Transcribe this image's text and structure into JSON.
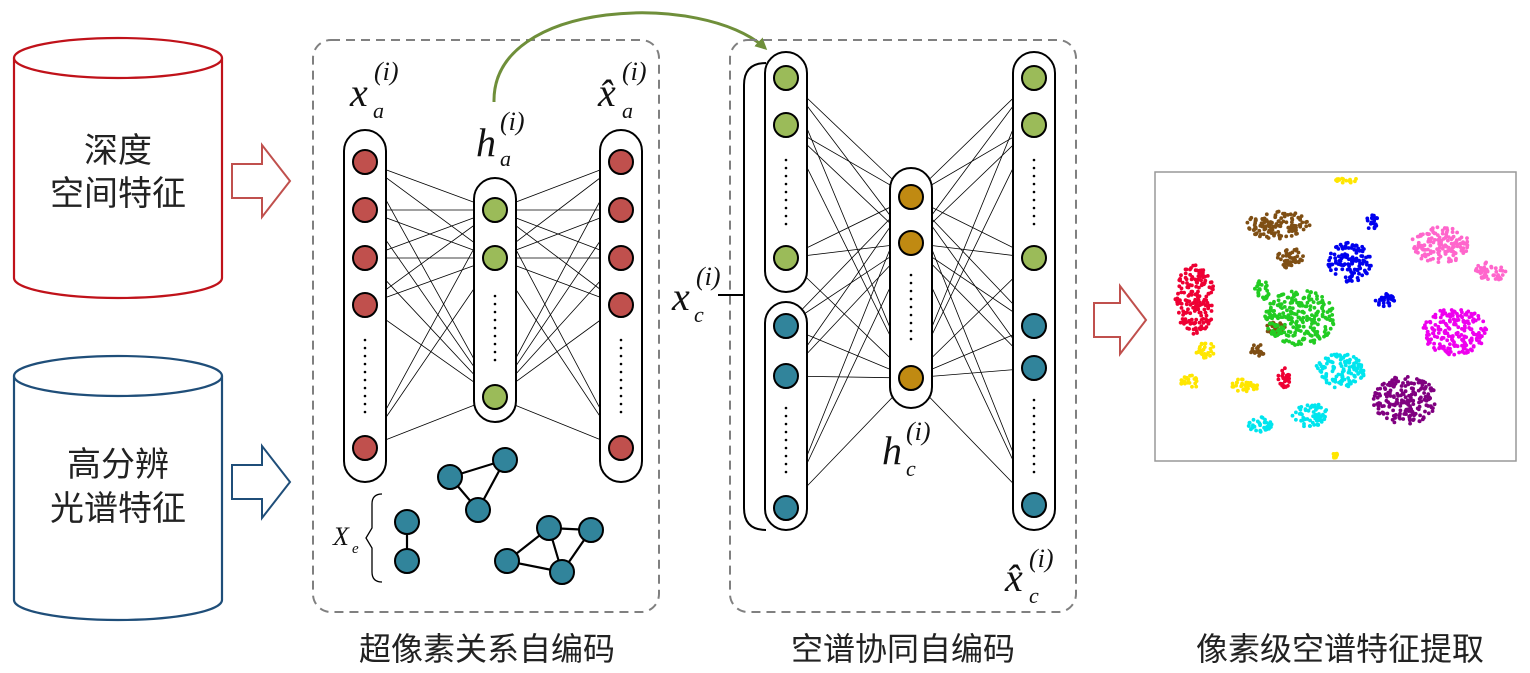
{
  "databases": {
    "spatial": {
      "line1": "深度",
      "line2": "空间特征",
      "color": "#c0121a"
    },
    "spectral": {
      "line1": "高分辨",
      "line2": "光谱特征",
      "color": "#1f4e79"
    }
  },
  "sections": {
    "superpixel_ae": {
      "caption": "超像素关系自编码"
    },
    "cooperative_ae": {
      "caption": "空谱协同自编码"
    },
    "extraction": {
      "caption": "像素级空谱特征提取"
    }
  },
  "symbols": {
    "x_a": {
      "base": "x",
      "sub": "a",
      "sup": "(i)"
    },
    "h_a": {
      "base": "h",
      "sub": "a",
      "sup": "(i)"
    },
    "xhat_a": {
      "base": "x̂",
      "sub": "a",
      "sup": "(i)"
    },
    "X_e": {
      "base": "X",
      "sub": "e"
    },
    "x_c": {
      "base": "x",
      "sub": "c",
      "sup": "(i)"
    },
    "h_c": {
      "base": "h",
      "sub": "c",
      "sup": "(i)"
    },
    "xhat_c": {
      "base": "x̂",
      "sub": "c",
      "sup": "(i)"
    }
  },
  "colors": {
    "red_node": "#c0504d",
    "green_node": "#9bbb59",
    "blue_node": "#31849b",
    "gold_node": "#c08a12",
    "arrow_green": "#6f8f3a",
    "arrow_red_outline": "#c0504d",
    "arrow_blue_outline": "#1f4e79",
    "dashed_border": "#808080"
  },
  "tsne_clusters": [
    {
      "color": "#ffe600"
    },
    {
      "color": "#7f4f14"
    },
    {
      "color": "#0000ee"
    },
    {
      "color": "#ff66cc"
    },
    {
      "color": "#ee0033"
    },
    {
      "color": "#22cc22"
    },
    {
      "color": "#ee00ee"
    },
    {
      "color": "#00e5ee"
    },
    {
      "color": "#800080"
    }
  ]
}
